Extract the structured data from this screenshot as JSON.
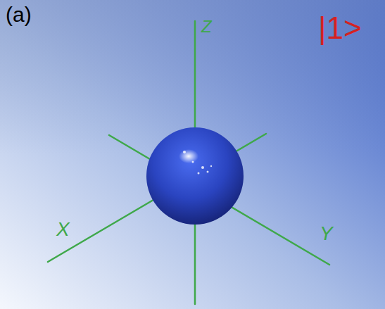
{
  "diagram": {
    "labels": [
      "(a)",
      "Z",
      "X",
      "Y",
      "|1>"
    ]
  }
}
